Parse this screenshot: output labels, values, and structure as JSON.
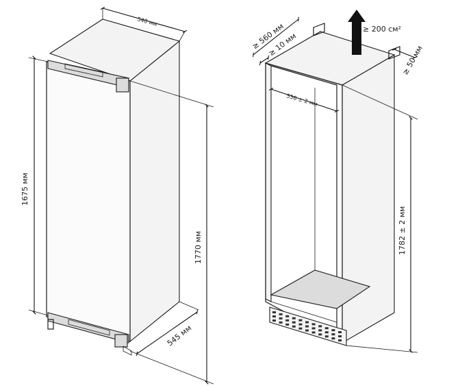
{
  "fridge": {
    "width_label": "540 мм",
    "door_height_label": "1675 мм",
    "total_height_label": "1770 мм",
    "depth_label": "545 мм"
  },
  "niche": {
    "min_depth_label": "≥ 560 мм",
    "gap_label": "≥ 10 мм",
    "ventilation_label": "≥ 200 см²",
    "top_clearance_label": "≥ 50 мм",
    "width_label": "556 ± 2 мм",
    "height_label": "1782 ± 2 мм"
  }
}
